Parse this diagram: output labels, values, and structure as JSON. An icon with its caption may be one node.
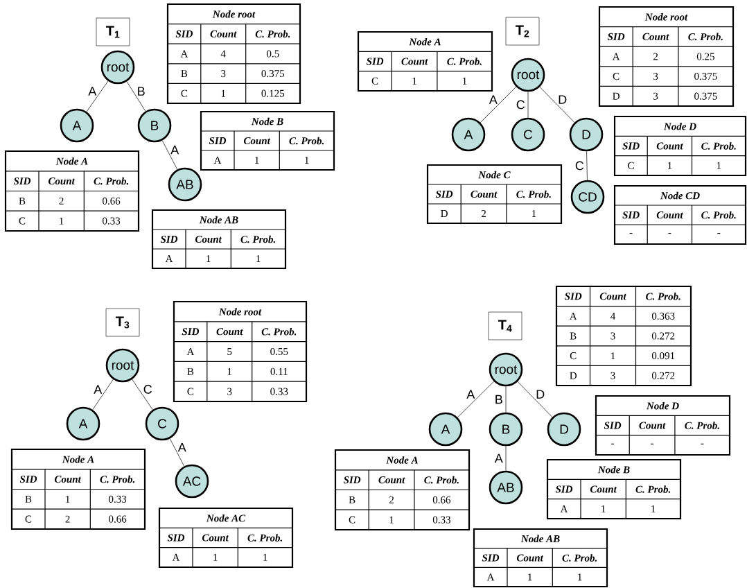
{
  "diagram": {
    "nodes": [
      {
        "text": [
          "T$_{1}$"
        ]
      },
      {
        "text": [
          "root"
        ]
      },
      {
        "text": [
          "A"
        ]
      },
      {
        "text": [
          "B"
        ]
      },
      {
        "text": [
          "AB"
        ]
      },
      {
        "text": [
          "Node root",
          "SID",
          "Count",
          "C. Prob.",
          "A",
          "4",
          "0.5",
          "B",
          "3",
          "0.375",
          "C",
          "1",
          "0.125"
        ]
      },
      {
        "text": [
          "Node A",
          "SID",
          "Count",
          "C. Prob.",
          "B",
          "2",
          "0.66",
          "C",
          "1",
          "0.33"
        ]
      },
      {
        "text": [
          "Node B",
          "SID",
          "Count",
          "C. Prob.",
          "A",
          "1",
          "1"
        ]
      },
      {
        "text": [
          "Node AB",
          "SID",
          "Count",
          "C. Prob.",
          "A",
          "1",
          "1"
        ]
      },
      {
        "text": [
          "T$_{2}$"
        ]
      },
      {
        "text": [
          "root"
        ]
      },
      {
        "text": [
          "A"
        ]
      },
      {
        "text": [
          "C"
        ]
      },
      {
        "text": [
          "D"
        ]
      },
      {
        "text": [
          "CD"
        ]
      },
      {
        "text": [
          "Node A",
          "SID",
          "Count",
          "C. Prob.",
          "C",
          "1",
          "1"
        ]
      },
      {
        "text": [
          "Node root",
          "SID",
          "Count",
          "C. Prob.",
          "A",
          "2",
          "0.25",
          "C",
          "3",
          "0.375",
          "D",
          "3",
          "0.375"
        ]
      },
      {
        "text": [
          "Node C",
          "SID",
          "Count",
          "C. Prob.",
          "D",
          "2",
          "1"
        ]
      },
      {
        "text": [
          "Node D",
          "SID",
          "Count",
          "C. Prob.",
          "C",
          "1",
          "1"
        ]
      },
      {
        "text": [
          "Node CD",
          "SID",
          "Count",
          "C. Prob.",
          "-",
          "-",
          "-"
        ]
      },
      {
        "text": [
          "T$_{3}$"
        ]
      },
      {
        "text": [
          "root"
        ]
      },
      {
        "text": [
          "A"
        ]
      },
      {
        "text": [
          "C"
        ]
      },
      {
        "text": [
          "AC"
        ]
      },
      {
        "text": [
          "Node root",
          "SID",
          "Count",
          "C. Prob.",
          "A",
          "5",
          "0.55",
          "B",
          "1",
          "0.11",
          "C",
          "3",
          "0.33"
        ]
      },
      {
        "text": [
          "Node A",
          "SID",
          "Count",
          "C. Prob.",
          "B",
          "1",
          "0.33",
          "C",
          "2",
          "0.66"
        ]
      },
      {
        "text": [
          "Node AC",
          "SID",
          "Count",
          "C. Prob.",
          "A",
          "1",
          "1"
        ]
      },
      {
        "text": [
          "T$_{4}$"
        ]
      },
      {
        "text": [
          "root"
        ]
      },
      {
        "text": [
          "A"
        ]
      },
      {
        "text": [
          "B"
        ]
      },
      {
        "text": [
          "D"
        ]
      },
      {
        "text": [
          "AB"
        ]
      },
      {
        "text": [
          "SID",
          "Count",
          "C. Prob.",
          "A",
          "4",
          "0.363",
          "B",
          "3",
          "0.272",
          "C",
          "1",
          "0.091",
          "D",
          "3",
          "0.272"
        ]
      },
      {
        "text": [
          "Node A",
          "SID",
          "Count",
          "C. Prob.",
          "B",
          "2",
          "0.66",
          "C",
          "1",
          "0.33"
        ]
      },
      {
        "text": [
          "Node D",
          "SID",
          "Count",
          "C. Prob.",
          "-",
          "-",
          "-"
        ]
      },
      {
        "text": [
          "Node B",
          "SID",
          "Count",
          "C. Prob.",
          "A",
          "1",
          "1"
        ]
      },
      {
        "text": [
          "Node AB",
          "SID",
          "Count",
          "C. Prob.",
          "A",
          "1",
          "1"
        ]
      }
    ],
    "edges": [
      {
        "from": 1,
        "to": 2,
        "arrow": "none",
        "label": "A"
      },
      {
        "from": 1,
        "to": 3,
        "arrow": "none",
        "label": "B"
      },
      {
        "from": 3,
        "to": 4,
        "arrow": "none",
        "label": "A"
      },
      {
        "from": 10,
        "to": 11,
        "arrow": "none",
        "label": "A"
      },
      {
        "from": 10,
        "to": 12,
        "arrow": "none",
        "label": "C"
      },
      {
        "from": 10,
        "to": 13,
        "arrow": "none",
        "label": "D"
      },
      {
        "from": 13,
        "to": 14,
        "arrow": "none",
        "label": "C"
      },
      {
        "from": 21,
        "to": 22,
        "arrow": "none",
        "label": "A"
      },
      {
        "from": 21,
        "to": 23,
        "arrow": "none",
        "label": "C"
      },
      {
        "from": 23,
        "to": 24,
        "arrow": "none",
        "label": "A"
      },
      {
        "from": 29,
        "to": 30,
        "arrow": "none",
        "label": "A"
      },
      {
        "from": 29,
        "to": 31,
        "arrow": "none",
        "label": "B"
      },
      {
        "from": 29,
        "to": 32,
        "arrow": "none",
        "label": "D"
      },
      {
        "from": 31,
        "to": 33,
        "arrow": "none",
        "label": "A"
      }
    ]
  }
}
